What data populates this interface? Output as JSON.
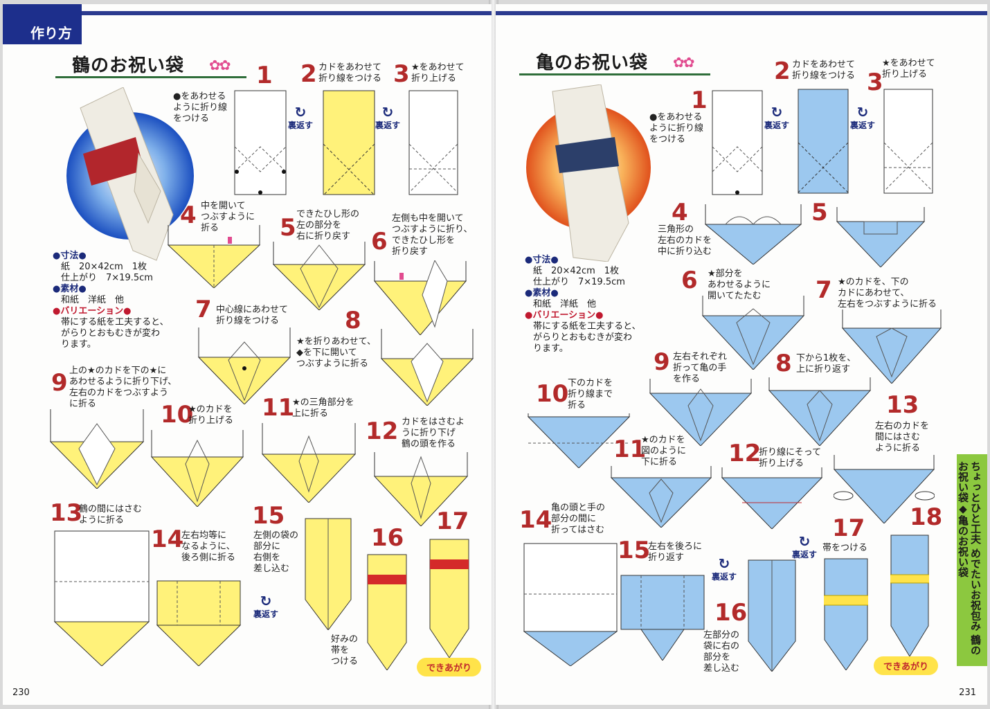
{
  "colors": {
    "accent_blue": "#1d2f8c",
    "fold_yellow": "#fff27a",
    "fold_blue": "#9cc8ef",
    "step_red": "#b22a2a",
    "side_green": "#8cc83f"
  },
  "left": {
    "tag": "作り方",
    "title": "鶴のお祝い袋",
    "difficulty": "✿✿",
    "materials": {
      "size_h": "●寸法●",
      "size1": "紙　20×42cm　1枚",
      "size2": "仕上がり　7×19.5cm",
      "mat_h": "●素材●",
      "mat": "和紙　洋紙　他",
      "var_h": "●バリエーション●",
      "var": "帯にする紙を工夫すると、\nがらりとおもむきが変わ\nります。"
    },
    "flip_label": "裏返す",
    "steps": [
      {
        "n": "1",
        "t": "●をあわせる\nように折り線\nをつける"
      },
      {
        "n": "2",
        "t": "カドをあわせて\n折り線をつける"
      },
      {
        "n": "3",
        "t": "★をあわせて\n折り上げる"
      },
      {
        "n": "4",
        "t": "中を開いて\nつぶすように\n折る"
      },
      {
        "n": "5",
        "t": "できたひし形の\n左の部分を\n右に折り戻す"
      },
      {
        "n": "6",
        "t": "左側も中を開いて\nつぶすように折り、\nできたひし形を\n折り戻す"
      },
      {
        "n": "7",
        "t": "中心線にあわせて\n折り線をつける"
      },
      {
        "n": "8",
        "t": "★を折りあわせて、\n◆を下に開いて\nつぶすように折る"
      },
      {
        "n": "9",
        "t": "上の★のカドを下の★に\nあわせるように折り下げ、\n左右のカドをつぶすよう\nに折る"
      },
      {
        "n": "10",
        "t": "★のカドを\n折り上げる"
      },
      {
        "n": "11",
        "t": "★の三角部分を\n上に折る"
      },
      {
        "n": "12",
        "t": "カドをはさむよ\nうに折り下げ\n鶴の頭を作る"
      },
      {
        "n": "13",
        "t": "鶴の間にはさむ\nように折る"
      },
      {
        "n": "14",
        "t": "左右均等に\nなるように、\n後ろ側に折る"
      },
      {
        "n": "15",
        "t": "左側の袋の\n部分に\n右側を\n差し込む"
      },
      {
        "n": "16",
        "t": "好みの\n帯を\nつける"
      },
      {
        "n": "17",
        "t": ""
      }
    ],
    "done": "できあがり",
    "page": "230"
  },
  "right": {
    "title": "亀のお祝い袋",
    "difficulty": "✿✿",
    "materials": {
      "size_h": "●寸法●",
      "size1": "紙　20×42cm　1枚",
      "size2": "仕上がり　7×19.5cm",
      "mat_h": "●素材●",
      "mat": "和紙　洋紙　他",
      "var_h": "●バリエーション●",
      "var": "帯にする紙を工夫すると、\nがらりとおもむきが変わ\nります。"
    },
    "flip_label": "裏返す",
    "steps": [
      {
        "n": "1",
        "t": "●をあわせる\nように折り線\nをつける"
      },
      {
        "n": "2",
        "t": "カドをあわせて\n折り線をつける"
      },
      {
        "n": "3",
        "t": "★をあわせて\n折り上げる"
      },
      {
        "n": "4",
        "t": "三角形の\n左右のカドを\n中に折り込む"
      },
      {
        "n": "5",
        "t": ""
      },
      {
        "n": "6",
        "t": "★部分を\nあわせるように\n開いてたたむ"
      },
      {
        "n": "7",
        "t": "★のカドを、下の\nカドにあわせて、\n左右をつぶすように折る"
      },
      {
        "n": "8",
        "t": "下から1枚を、\n上に折り返す"
      },
      {
        "n": "9",
        "t": "左右それぞれ\n折って亀の手\nを作る"
      },
      {
        "n": "10",
        "t": "下のカドを\n折り線まで\n折る"
      },
      {
        "n": "11",
        "t": "★のカドを\n図のように\n下に折る"
      },
      {
        "n": "12",
        "t": "折り線にそって\n折り上げる"
      },
      {
        "n": "13",
        "t": "左右のカドを\n間にはさむ\nように折る"
      },
      {
        "n": "14",
        "t": "亀の頭と手の\n部分の間に\n折ってはさむ"
      },
      {
        "n": "15",
        "t": "左右を後ろに\n折り返す"
      },
      {
        "n": "16",
        "t": "左部分の\n袋に右の\n部分を\n差し込む"
      },
      {
        "n": "17",
        "t": "帯をつける"
      },
      {
        "n": "18",
        "t": ""
      }
    ],
    "done": "できあがり",
    "page": "231",
    "side_tab": "ちょっとひと工夫 めでたいお祝包み\n鶴のお祝い袋◆亀のお祝い袋"
  }
}
